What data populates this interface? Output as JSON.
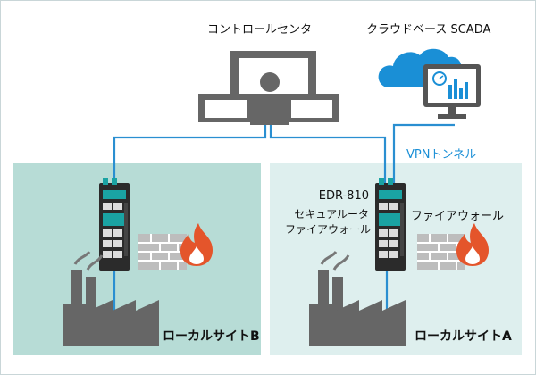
{
  "labels": {
    "control_center": "コントロールセンタ",
    "cloud_scada": "クラウドベース SCADA",
    "vpn_tunnel": "VPNトンネル",
    "edr_model": "EDR-810",
    "secure_router": "セキュアルータ",
    "firewall_left": "ファイアウォール",
    "firewall_right": "ファイアウォール",
    "site_b": "ローカルサイトB",
    "site_a": "ローカルサイトA"
  },
  "colors": {
    "network_line": "#2a8fd1",
    "icon_gray": "#666666",
    "cloud_blue": "#1a8fd6",
    "flame": "#e4552b",
    "router_teal": "#1aa3a3",
    "site_b_bg": "#b7dcd6",
    "site_a_bg": "#deefee"
  }
}
